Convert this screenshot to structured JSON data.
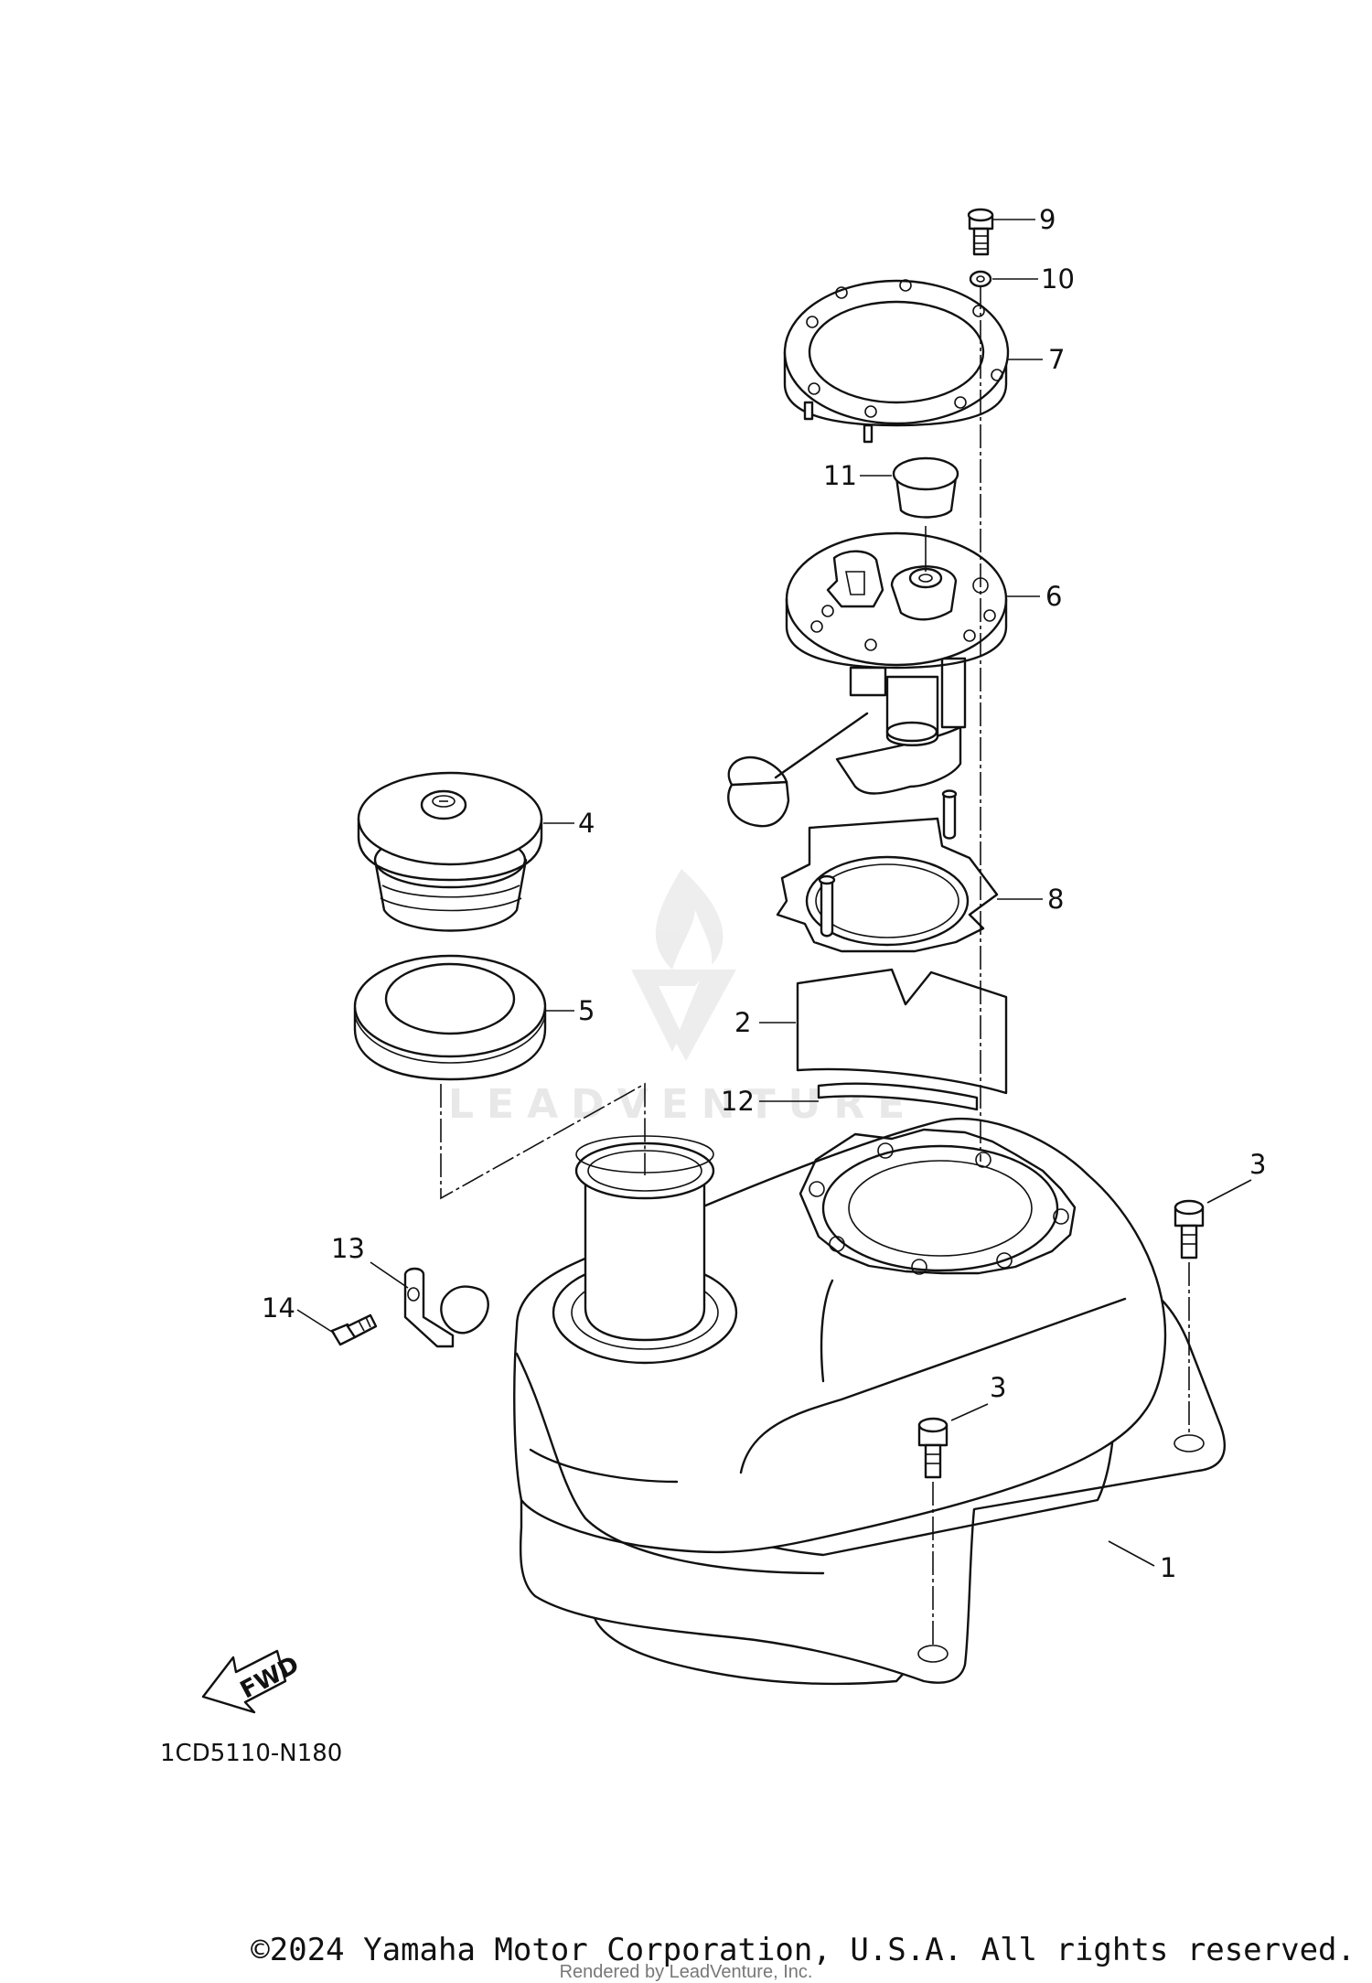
{
  "diagram": {
    "callouts": [
      "1",
      "2",
      "3",
      "3",
      "4",
      "5",
      "6",
      "7",
      "8",
      "9",
      "10",
      "11",
      "12",
      "13",
      "14"
    ],
    "fwd_arrow_label": "FWD",
    "drawing_code": "1CD5110-N180",
    "watermark_text": "LEADVENTURE"
  },
  "footer": {
    "copyright": "©2024 Yamaha Motor Corporation, U.S.A. All rights reserved.",
    "rendered_by": "Rendered by LeadVenture, Inc."
  }
}
